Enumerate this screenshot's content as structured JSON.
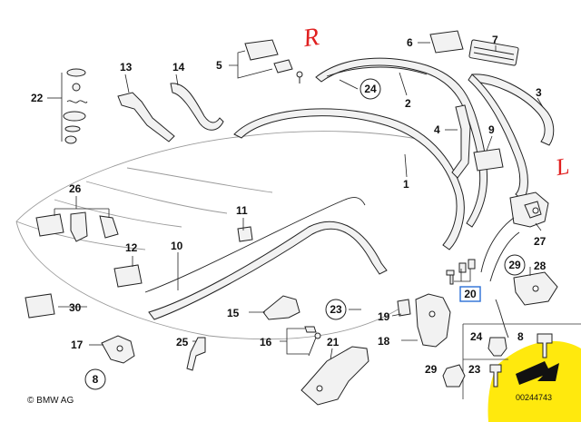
{
  "diagram": {
    "callouts": {
      "c1": "1",
      "c2": "2",
      "c3": "3",
      "c4": "4",
      "c5": "5",
      "c6": "6",
      "c7": "7",
      "c8": "8",
      "c9": "9",
      "c10": "10",
      "c11": "11",
      "c12": "12",
      "c13": "13",
      "c14": "14",
      "c15": "15",
      "c16": "16",
      "c17": "17",
      "c18": "18",
      "c19": "19",
      "c20": "20",
      "c21": "21",
      "c22": "22",
      "c23": "23",
      "c24": "24",
      "c25": "25",
      "c26": "26",
      "c27": "27",
      "c28": "28",
      "c29": "29",
      "c30": "30"
    },
    "inset": {
      "n24": "24",
      "n8": "8",
      "n29": "29",
      "n23": "23"
    },
    "handwritten": {
      "right_mark": "R",
      "left_mark": "L"
    },
    "copyright": "© BMW AG",
    "part_number": "00244743",
    "colors": {
      "annotation": "#e02020",
      "highlight": "#ffe800",
      "callout_20_box": "#2a6fd6"
    }
  }
}
